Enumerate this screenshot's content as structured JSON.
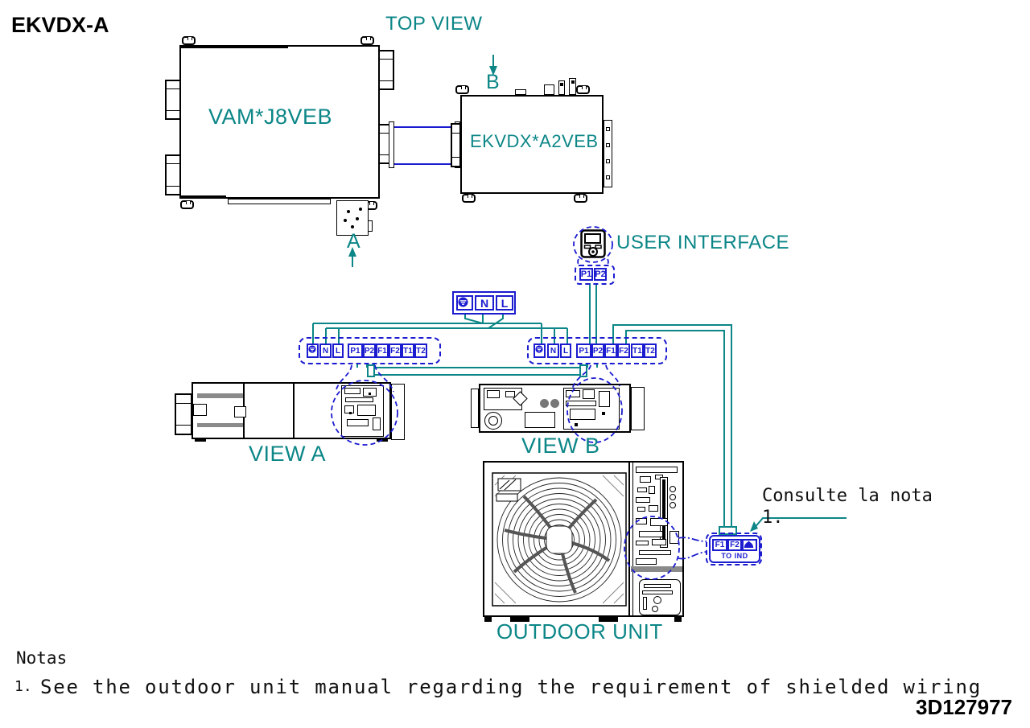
{
  "title": "EKVDX-A",
  "doc_number": "3D127977",
  "colors": {
    "teal": "#0C8687",
    "blue": "#1B1BD0"
  },
  "top_view": {
    "label": "TOP VIEW",
    "vam_model": "VAM*J8VEB",
    "ekvdx_model": "EKVDX*A2VEB",
    "marker_a": "A",
    "marker_b": "B"
  },
  "user_interface": {
    "label": "USER INTERFACE",
    "p1": "P1",
    "p2": "P2"
  },
  "power_terminals": {
    "n": "N",
    "l": "L"
  },
  "strip_terminals": {
    "n": "N",
    "l": "L",
    "p1": "P1",
    "p2": "P2",
    "f1": "F1",
    "f2": "F2",
    "t1": "T1",
    "t2": "T2"
  },
  "views": {
    "view_a": "VIEW A",
    "view_b": "VIEW B"
  },
  "outdoor_unit": {
    "label": "OUTDOOR UNIT",
    "terminal_f1": "F1",
    "terminal_f2": "F2",
    "caption": "TO IND"
  },
  "callout": {
    "line1": "Consulte la nota",
    "line2": "1."
  },
  "notes": {
    "heading": "Notas",
    "note1_num": "1.",
    "note1_text": "See the outdoor unit manual regarding the requirement of shielded wiring"
  }
}
